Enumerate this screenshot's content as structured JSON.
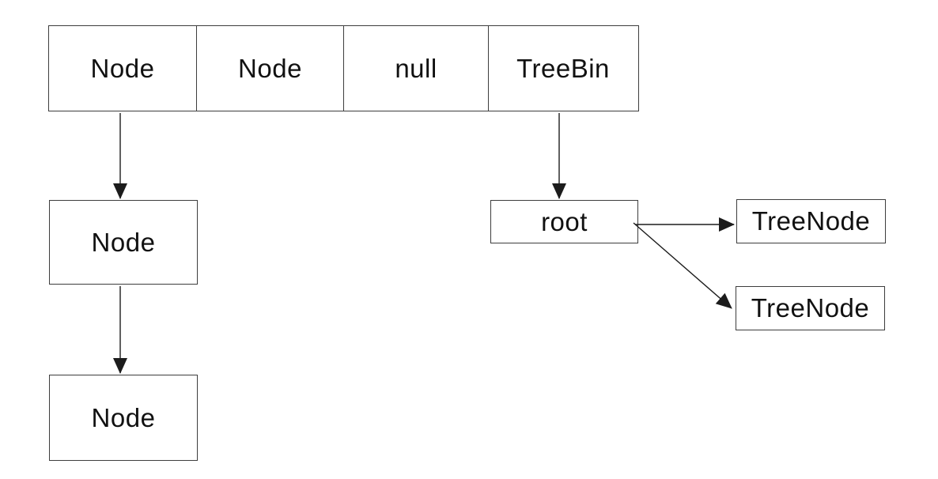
{
  "colors": {
    "background": "#ffffff",
    "box_border": "#3d3d3d",
    "arrow_color": "#1c1c1c",
    "text_color": "#111111"
  },
  "diagram": {
    "description": "HashMap bucket array with linked-list chain and TreeBin tree",
    "array_cells": [
      "Node",
      "Node",
      "null",
      "TreeBin"
    ],
    "chain_nodes": [
      "Node",
      "Node"
    ],
    "tree": {
      "root_label": "root",
      "tree_nodes": [
        "TreeNode",
        "TreeNode"
      ]
    }
  }
}
